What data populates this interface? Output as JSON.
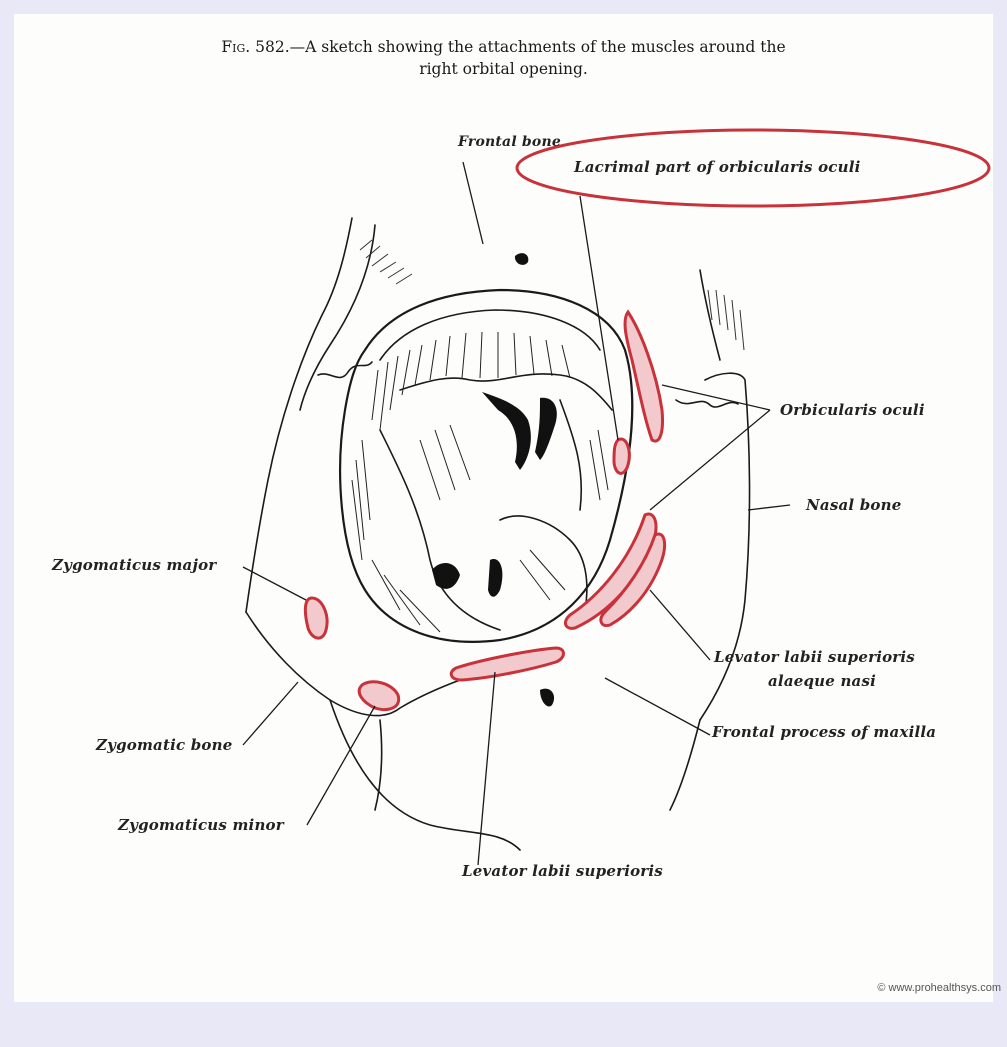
{
  "caption": {
    "figure_number": "Fig. 582.",
    "text_line1": "—A sketch showing the attachments of the muscles around the",
    "text_line2": "right orbital opening."
  },
  "labels": {
    "frontal_bone": "Frontal bone",
    "lacrimal_part": "Lacrimal part of orbicularis oculi",
    "orbicularis_oculi": "Orbicularis oculi",
    "nasal_bone": "Nasal bone",
    "zygomaticus_major": "Zygomaticus major",
    "levator_alaeque_line1": "Levator labii superioris",
    "levator_alaeque_line2": "alaeque nasi",
    "frontal_process": "Frontal process of maxilla",
    "zygomatic_bone": "Zygomatic bone",
    "zygomaticus_minor": "Zygomaticus minor",
    "levator_labii": "Levator labii superioris"
  },
  "credit": "© www.prohealthsys.com",
  "colors": {
    "highlight": "#c8323a",
    "ink": "#1a1a1a"
  }
}
